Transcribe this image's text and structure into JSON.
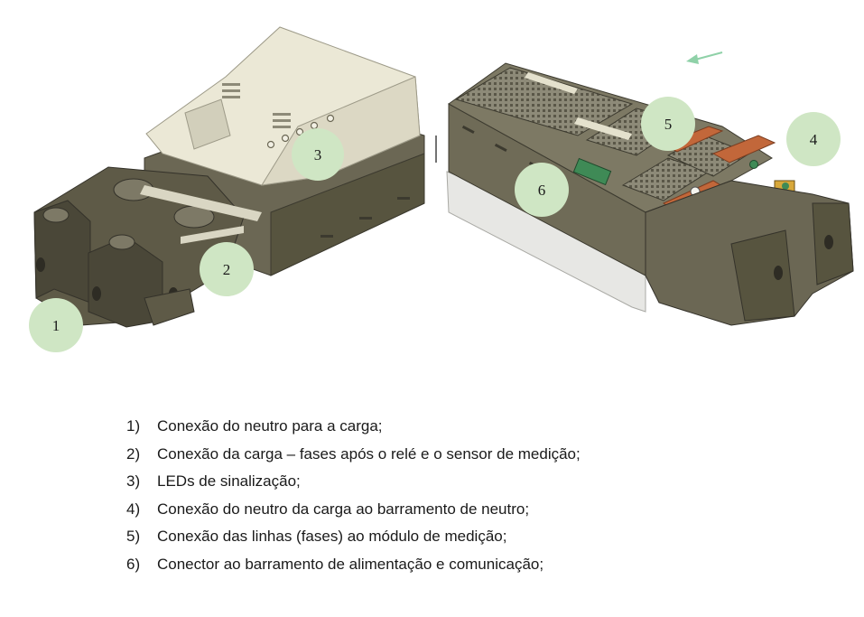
{
  "callouts": [
    "1",
    "2",
    "3",
    "4",
    "5",
    "6"
  ],
  "legend": [
    {
      "num": "1)",
      "text": "Conexão do neutro para a carga;"
    },
    {
      "num": "2)",
      "text": "Conexão da carga – fases após o relé e o sensor de medição;"
    },
    {
      "num": "3)",
      "text": "LEDs de sinalização;"
    },
    {
      "num": "4)",
      "text": "Conexão do neutro da carga ao barramento de neutro;"
    },
    {
      "num": "5)",
      "text": "Conexão das linhas (fases) ao módulo de medição;"
    },
    {
      "num": "6)",
      "text": "Conector ao barramento de alimentação e comunicação;"
    }
  ],
  "colors": {
    "callout_fill": "#cfe6c4",
    "device_dark": "#6e6a57",
    "device_dark_shade": "#4e4b3d",
    "cover_light": "#ece9d8",
    "copper": "#c2673a",
    "board_green": "#3f8a56"
  }
}
